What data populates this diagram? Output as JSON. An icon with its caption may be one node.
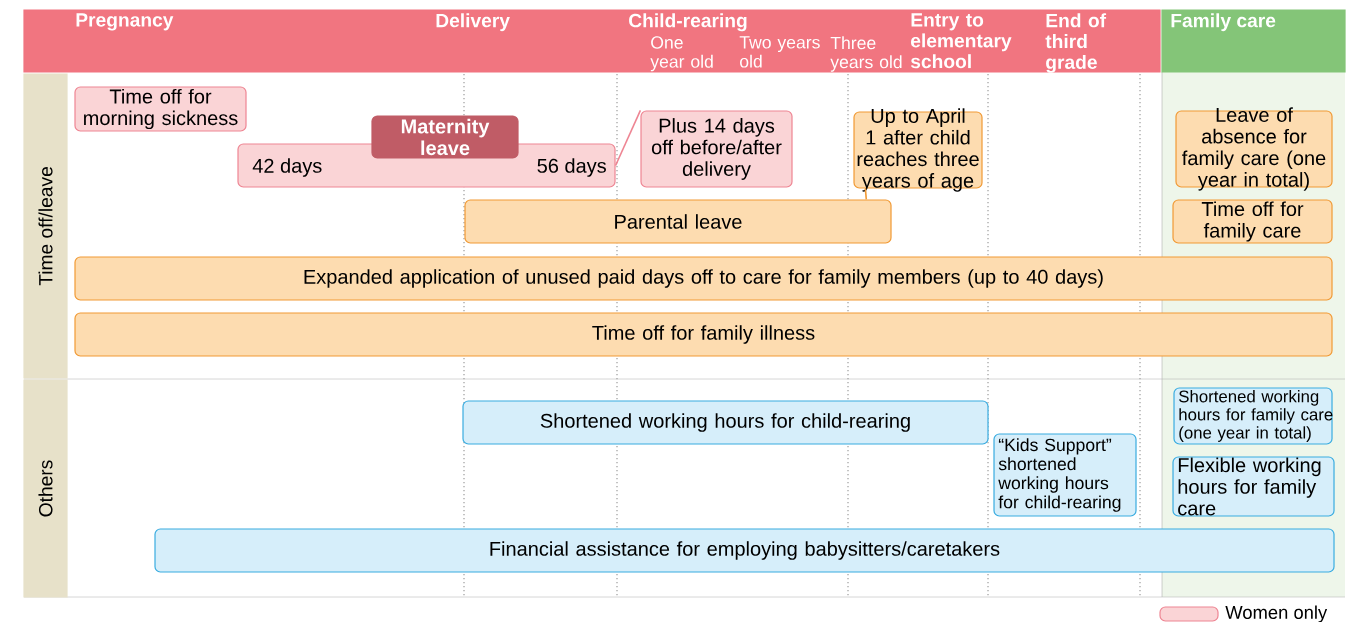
{
  "diagram": {
    "nodes": [
      {
        "text": [
          "Pregnancy",
          "Delivery",
          "Child-rearing",
          "One year old",
          "Two years old",
          "Three years old",
          "Entry to elementary school",
          "End of third grade"
        ]
      },
      {
        "text": [
          "Family care"
        ]
      },
      {
        "text": [
          "Time off/leave"
        ]
      },
      {
        "text": [
          "Others"
        ]
      },
      {
        "text": [
          "Time off for morning sickness"
        ]
      },
      {
        "text": [
          "42 days",
          "56 days"
        ]
      },
      {
        "text": [
          "Maternity leave"
        ]
      },
      {
        "text": [
          "Plus 14 days off before/after delivery"
        ]
      },
      {
        "text": [
          "Up to April 1 after child reaches three years of age"
        ]
      },
      {
        "text": [
          "Parental leave"
        ]
      },
      {
        "text": [
          "Expanded application of unused paid days off to care for family members (up to 40 days)"
        ]
      },
      {
        "text": [
          "Time off for family illness"
        ]
      },
      {
        "text": [
          "Leave of absence for family care (one year in total)"
        ]
      },
      {
        "text": [
          "Time off for family care"
        ]
      },
      {
        "text": [
          "Shortened working hours for child-rearing"
        ]
      },
      {
        "text": [
          "“Kids Support” shortened working hours for child-rearing"
        ]
      },
      {
        "text": [
          "Financial assistance for employing babysitters/caretakers"
        ]
      },
      {
        "text": [
          "Shortened working hours for family care (one year in total)"
        ]
      },
      {
        "text": [
          "Flexible working hours for family care"
        ]
      }
    ],
    "edges": [
      {
        "from": 5,
        "to": 7,
        "arrow": "none",
        "color": "#ee8593"
      },
      {
        "from": 8,
        "to": 9,
        "arrow": "none",
        "color": "#f19a35"
      }
    ],
    "legend": [
      {
        "text": "Women only",
        "color": "#fad4d6"
      }
    ]
  }
}
